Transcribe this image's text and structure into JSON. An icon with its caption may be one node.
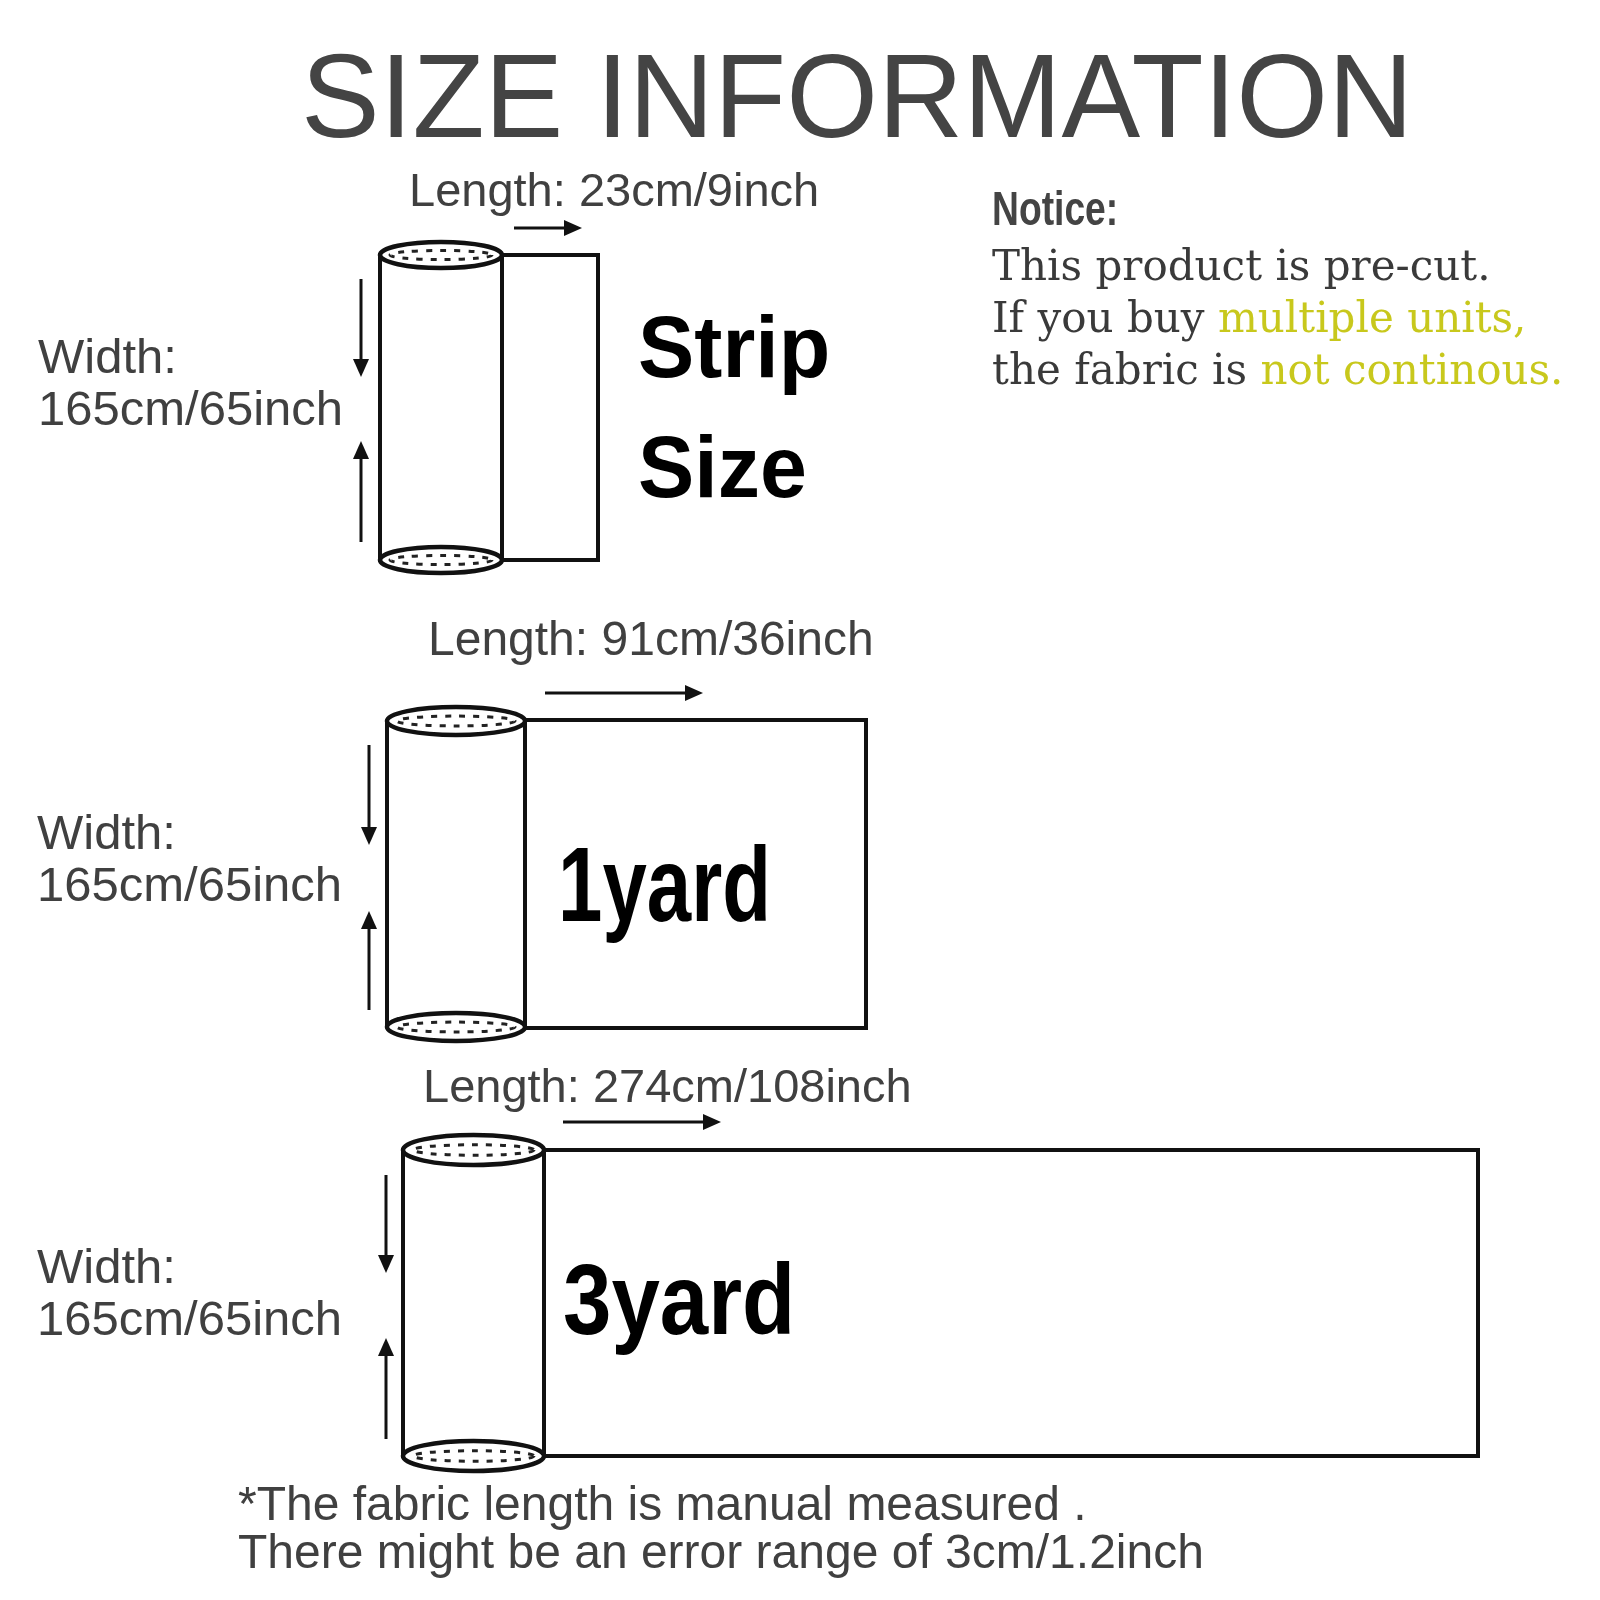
{
  "diagram": {
    "title": "SIZE INFORMATION",
    "caption": "*The fabric length is manual measured . There might be an error range of 3cm/1.2inch",
    "nodes": [
      {
        "text": [],
        "shape": "box",
        "beside": [
          "Strip Size"
        ]
      },
      {
        "text": [
          "1yard"
        ]
      },
      {
        "text": [
          "3yard"
        ]
      }
    ],
    "labels": [
      "Length: 23cm/9inch",
      "Notice:",
      "This product is pre-cut. If you buy multiple units, the fabric is not continous.",
      "Width: 165cm/65inch",
      "Length: 91cm/36inch",
      "Width: 165cm/65inch",
      "Length: 274cm/108inch",
      "Width: 165cm/65inch"
    ]
  }
}
